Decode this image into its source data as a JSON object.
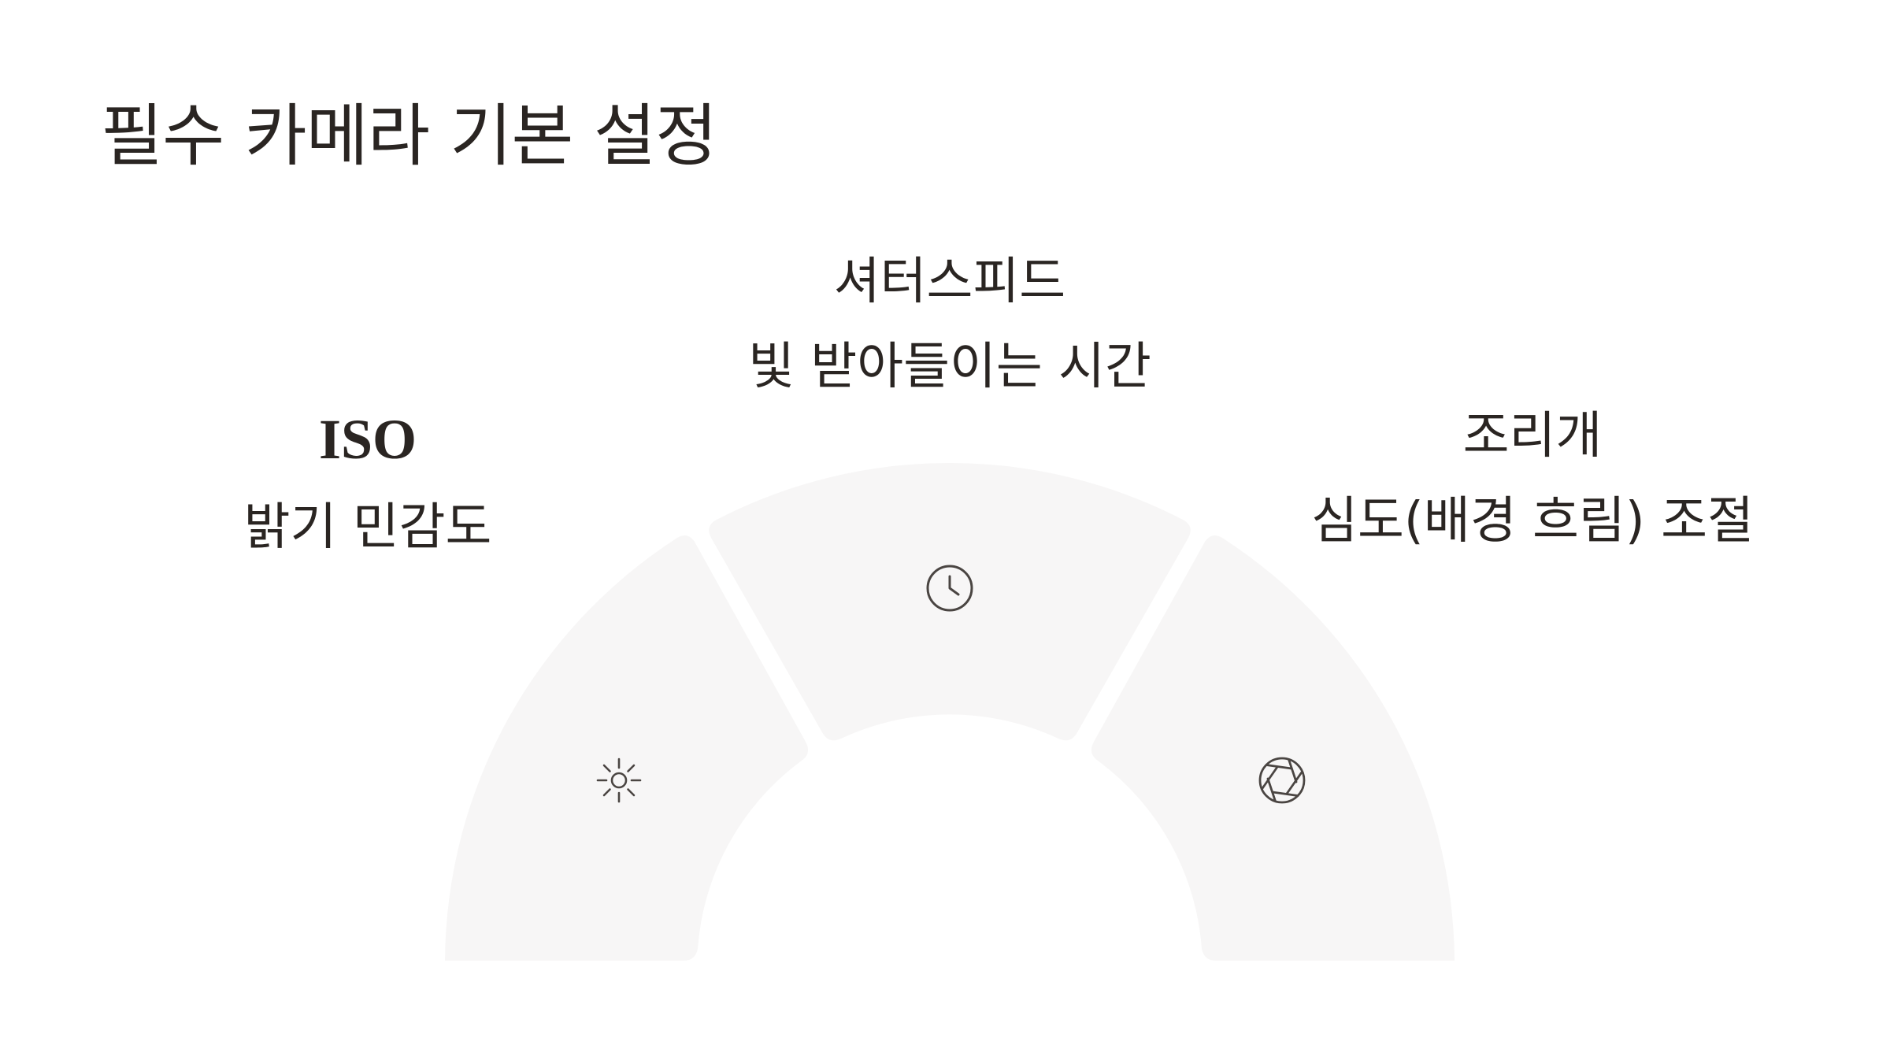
{
  "title": "필수 카메라 기본 설정",
  "settings": [
    {
      "name": "ISO",
      "description": "밝기 민감도",
      "icon": "sun-icon"
    },
    {
      "name": "셔터스피드",
      "description": "빛 받아들이는 시간",
      "icon": "clock-icon"
    },
    {
      "name": "조리개",
      "description": "심도(배경 흐림) 조절",
      "icon": "aperture-icon"
    }
  ],
  "colors": {
    "segment_fill": "#f7f6f6",
    "icon_stroke": "#4a4542",
    "text": "#2a2522",
    "background": "#ffffff"
  }
}
